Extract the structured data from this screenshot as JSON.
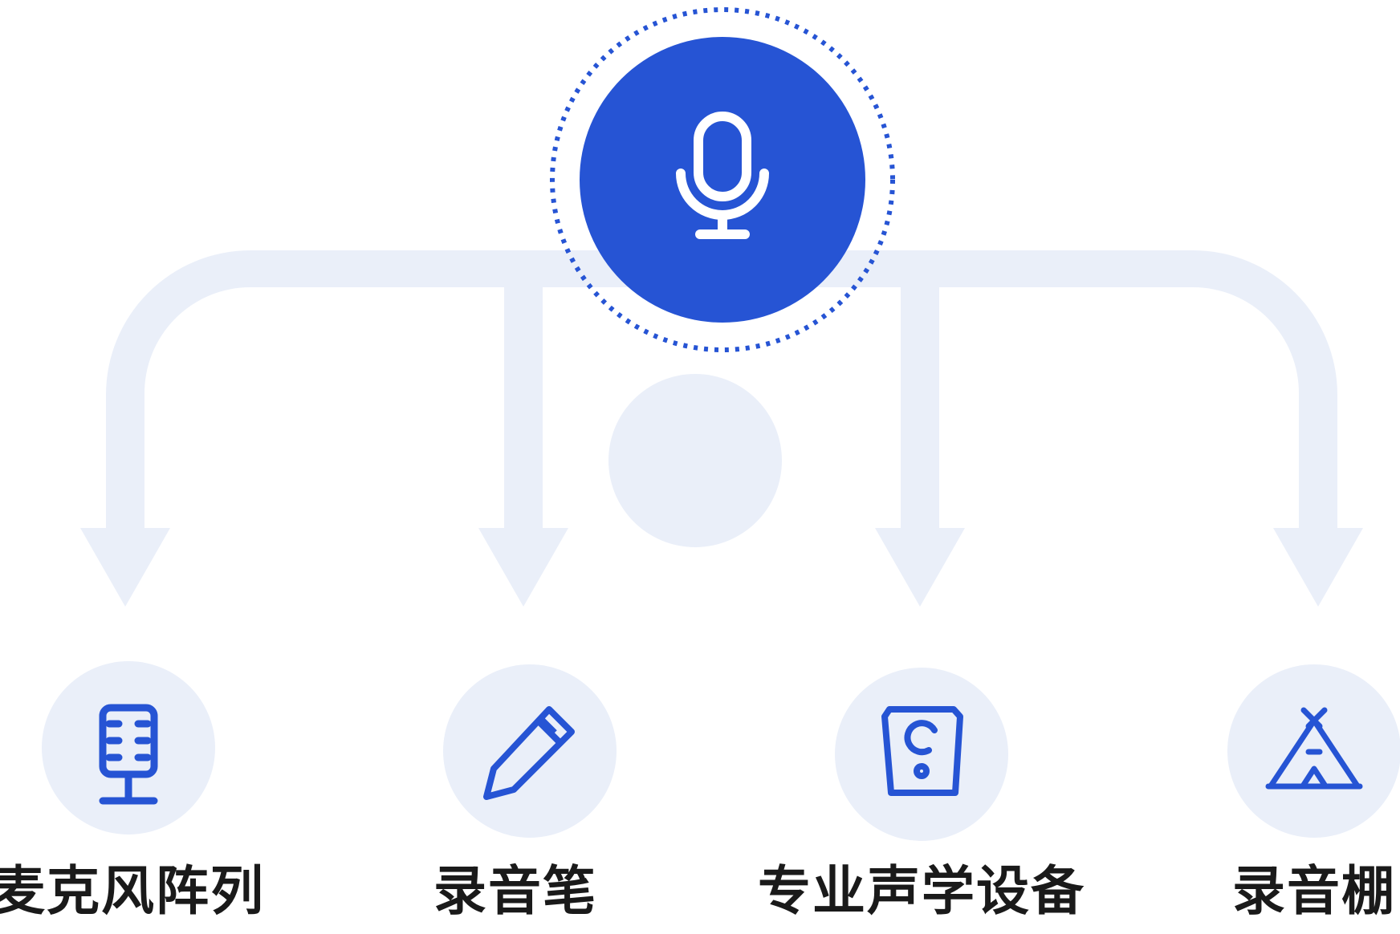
{
  "colors": {
    "accent": "#2654D4",
    "pale": "#EAEFF9",
    "icon_white": "#FFFFFF",
    "label_text": "#1A1A1A"
  },
  "center_node": {
    "icon": "microphone-icon"
  },
  "branches": [
    {
      "label": "麦克风阵列",
      "icon": "microphone-array-icon"
    },
    {
      "label": "录音笔",
      "icon": "recording-pen-icon"
    },
    {
      "label": "专业声学设备",
      "icon": "acoustic-device-icon"
    },
    {
      "label": "录音棚",
      "icon": "recording-studio-tent-icon"
    }
  ]
}
